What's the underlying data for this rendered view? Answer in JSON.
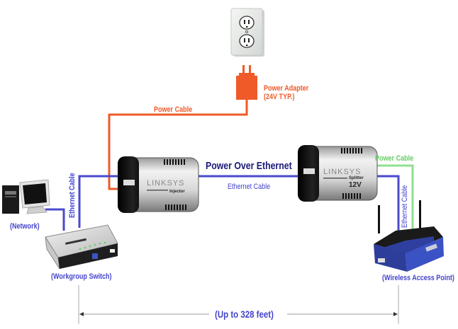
{
  "title": "Power Over Ethernet",
  "colors": {
    "power_cable": "#ef5a28",
    "ethernet_cable": "#4a4acc",
    "green_power_cable": "#8fe08f",
    "label_blue": "#4444cc",
    "title_navy": "#1a1a7a",
    "dimension_line": "#999999"
  },
  "labels": {
    "power_adapter_line1": "Power Adapter",
    "power_adapter_line2": "(24V TYP.)",
    "power_cable_left": "Power Cable",
    "power_cable_right": "Power Cable",
    "ethernet_cable_middle": "Ethernet Cable",
    "ethernet_cable_left": "Ethernet Cable",
    "ethernet_cable_right": "Ethernet Cable",
    "network": "(Network)",
    "workgroup_switch": "(Workgroup Switch)",
    "wireless_access_point": "(Wireless Access Point)",
    "distance": "(Up to 328 feet)"
  },
  "devices": {
    "outlet": "wall-outlet",
    "adapter": "power-adapter",
    "injector": {
      "brand": "LINKSYS",
      "model": "Injector"
    },
    "splitter": {
      "brand": "LINKSYS",
      "model": "Splitter",
      "voltage": "12V"
    },
    "computer": "desktop-computer",
    "switch": "workgroup-switch",
    "router": "wireless-router"
  }
}
